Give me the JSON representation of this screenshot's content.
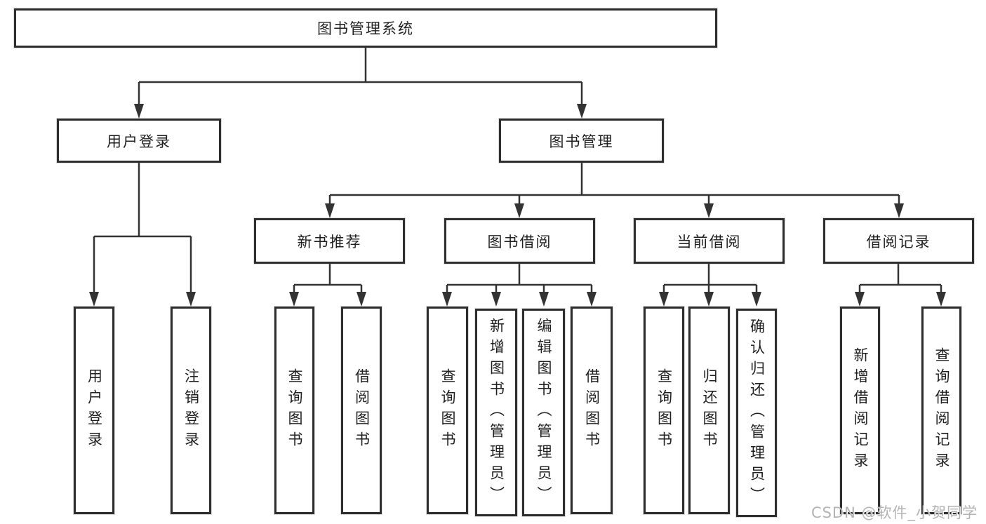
{
  "diagram": {
    "root": {
      "label": "图书管理系统"
    },
    "branches": {
      "login": {
        "label": "用户登录",
        "children": [
          {
            "label": "用户登录"
          },
          {
            "label": "注销登录"
          }
        ]
      },
      "management": {
        "label": "图书管理",
        "children": [
          {
            "label": "新书推荐",
            "children": [
              {
                "label": "查询图书"
              },
              {
                "label": "借阅图书"
              }
            ]
          },
          {
            "label": "图书借阅",
            "children": [
              {
                "label": "查询图书"
              },
              {
                "label": "新增图书（管理员）"
              },
              {
                "label": "编辑图书（管理员）"
              },
              {
                "label": "借阅图书"
              }
            ]
          },
          {
            "label": "当前借阅",
            "children": [
              {
                "label": "查询图书"
              },
              {
                "label": "归还图书"
              },
              {
                "label": "确认归还（管理员）"
              }
            ]
          },
          {
            "label": "借阅记录",
            "children": [
              {
                "label": "新增借阅记录"
              },
              {
                "label": "查询借阅记录"
              }
            ]
          }
        ]
      }
    }
  },
  "watermark": {
    "text": "CSDN @软件_小贺同学"
  },
  "colors": {
    "line": "#333333",
    "box_border": "#2e2e2e",
    "text": "#1f1f1f",
    "watermark": "#b3b3b3",
    "background": "#ffffff"
  }
}
